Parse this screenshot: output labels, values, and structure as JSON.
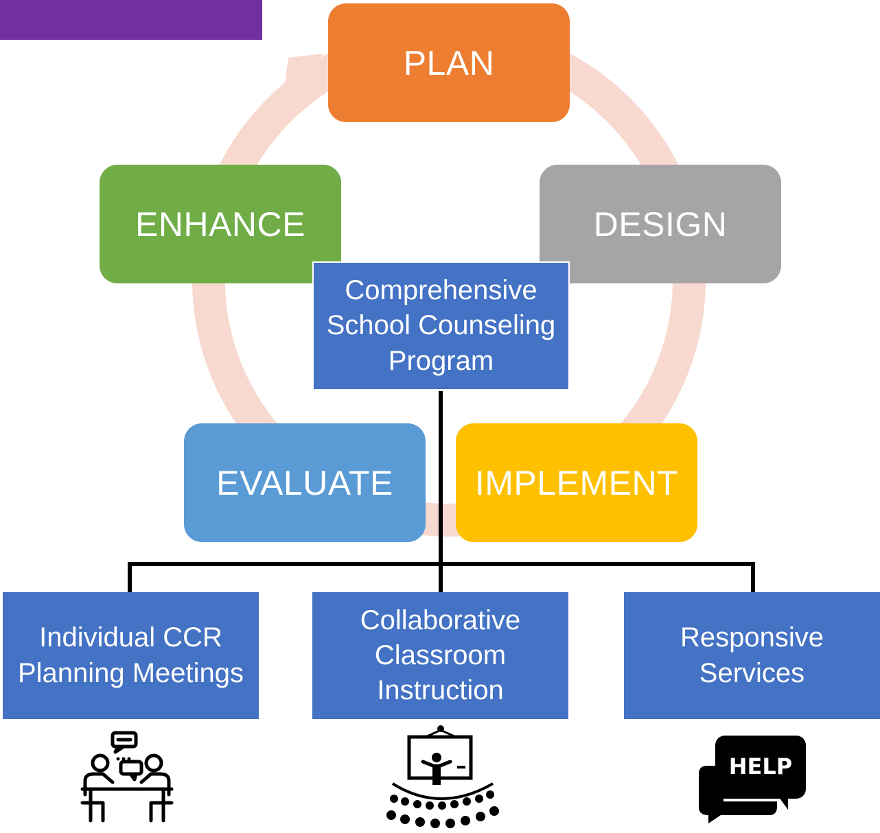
{
  "colors": {
    "purple_bar": "#7030a0",
    "plan": "#ed7d31",
    "design": "#a5a5a5",
    "implement": "#ffc000",
    "evaluate": "#5b9bd5",
    "enhance": "#70ad47",
    "program_boxes": "#4472c4",
    "cycle_arrow": "#f8d9cf",
    "connector": "#000000"
  },
  "cycle": {
    "plan": "PLAN",
    "design": "DESIGN",
    "implement": "IMPLEMENT",
    "evaluate": "EVALUATE",
    "enhance": "ENHANCE"
  },
  "center": {
    "line1": "Comprehensive",
    "line2": "School Counseling",
    "line3": "Program"
  },
  "components": [
    {
      "line1": "Individual CCR",
      "line2": "Planning Meetings",
      "icon": "meeting-icon"
    },
    {
      "line1": "Collaborative",
      "line2": "Classroom",
      "line3": "Instruction",
      "icon": "classroom-icon"
    },
    {
      "line1": "Responsive",
      "line2": "Services",
      "icon": "help-chat-icon"
    }
  ],
  "help_icon_text": "HELP"
}
